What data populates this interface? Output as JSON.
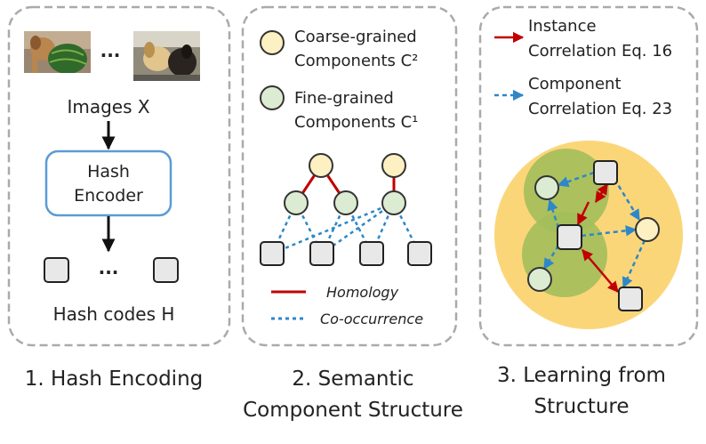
{
  "panel1": {
    "ellipsis_images": "...",
    "images_label": "Images X",
    "encoder_line1": "Hash",
    "encoder_line2": "Encoder",
    "ellipsis_codes": "...",
    "codes_label": "Hash codes H",
    "caption": "1. Hash Encoding"
  },
  "panel2": {
    "coarse_line1": "Coarse-grained",
    "coarse_line2": "Components C²",
    "fine_line1": "Fine-grained",
    "fine_line2": "Components C¹",
    "legend_homology": "Homology",
    "legend_cooccurrence": "Co-occurrence",
    "caption_line1": "2. Semantic",
    "caption_line2": "Component Structure"
  },
  "panel3": {
    "instance_line1": "Instance",
    "instance_line2": "Correlation Eq. 16",
    "component_line1": "Component",
    "component_line2": "Correlation Eq. 23",
    "caption_line1": "3. Learning from",
    "caption_line2": "Structure"
  },
  "colors": {
    "coarse_node": "#fdf0c2",
    "fine_node": "#dcecd2",
    "code_square": "#e8e8e8",
    "homology": "#c00000",
    "cooccurrence": "#2e87c8",
    "encoder_border": "#5b9bd5",
    "outer_circle": "#fbd26a",
    "inner_circle": "#a3be5b",
    "panel_border": "#aaaaaa"
  }
}
